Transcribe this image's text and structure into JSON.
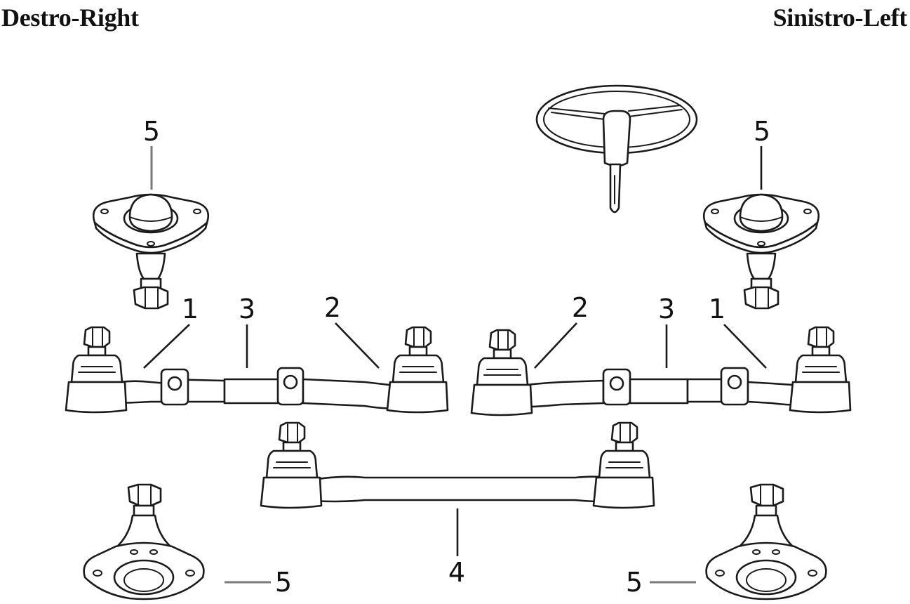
{
  "header": {
    "right_label": "Destro-Right",
    "left_label": "Sinistro-Left"
  },
  "callouts": {
    "c5_top_right_side": "5",
    "c5_top_left_side": "5",
    "c1_right": "1",
    "c3_right": "3",
    "c2_right": "2",
    "c2_left": "2",
    "c3_left": "3",
    "c1_left": "1",
    "c4": "4",
    "c5_bottom_right_side": "5",
    "c5_bottom_left_side": "5"
  },
  "icons": [
    "steering-wheel-icon",
    "upper-ball-joint-icon",
    "lower-ball-joint-icon",
    "tie-rod-end-icon",
    "center-drag-link-icon"
  ],
  "colors": {
    "line": "#1a1a1a",
    "leader_gray": "#7a7a7a",
    "background": "#ffffff"
  }
}
